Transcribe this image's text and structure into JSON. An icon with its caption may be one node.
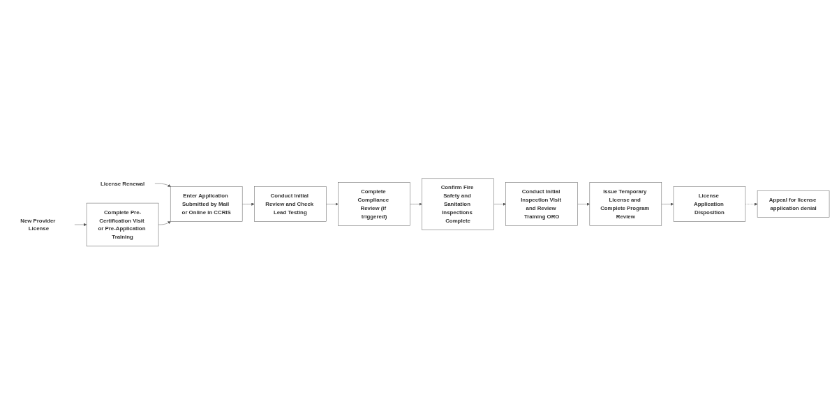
{
  "diagram": {
    "nodes": [
      {
        "text": [
          "License Renewal"
        ]
      },
      {
        "text": [
          "New Provider License"
        ]
      },
      {
        "text": [
          "Complete Pre-Certification Visit or Pre-Application Training"
        ]
      },
      {
        "text": [
          "Enter Application Submitted by Mail or Online in CCRIS"
        ]
      },
      {
        "text": [
          "Conduct Initial Review and Check Lead Testing"
        ]
      },
      {
        "text": [
          "Complete Compliance Review (if triggered)"
        ]
      },
      {
        "text": [
          "Confirm Fire Safety and Sanitation Inspections Complete"
        ]
      },
      {
        "text": [
          "Conduct Initial Inspection Visit and Review Training ORO"
        ]
      },
      {
        "text": [
          "Issue Temporary License and Complete Program Review"
        ]
      },
      {
        "text": [
          "License Application Disposition"
        ]
      },
      {
        "text": [
          "Appeal for license application denial"
        ]
      }
    ],
    "edges": [
      {
        "from": 0,
        "to": 3,
        "arrow": "to"
      },
      {
        "from": 1,
        "to": 2,
        "arrow": "to"
      },
      {
        "from": 2,
        "to": 3,
        "arrow": "to"
      },
      {
        "from": 3,
        "to": 4,
        "arrow": "to"
      },
      {
        "from": 4,
        "to": 5,
        "arrow": "to"
      },
      {
        "from": 5,
        "to": 6,
        "arrow": "to"
      },
      {
        "from": 6,
        "to": 7,
        "arrow": "to"
      },
      {
        "from": 7,
        "to": 8,
        "arrow": "to"
      },
      {
        "from": 8,
        "to": 9,
        "arrow": "to"
      },
      {
        "from": 9,
        "to": 10,
        "arrow": "to",
        "style": "dashed"
      }
    ]
  }
}
